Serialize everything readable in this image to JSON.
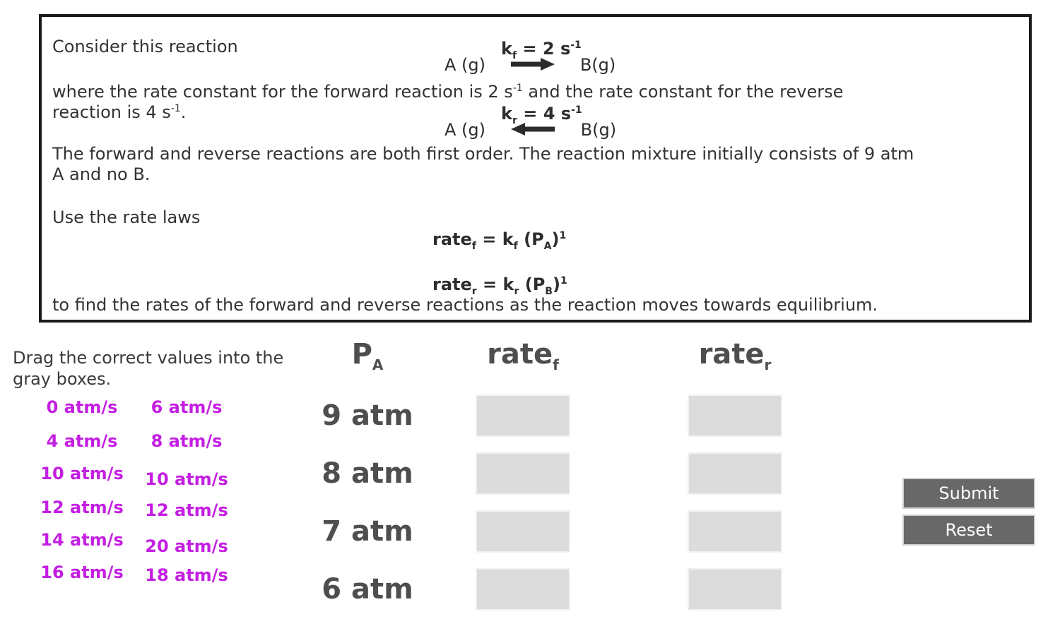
{
  "problem": {
    "intro": "Consider this reaction",
    "where": {
      "l1a": "where the rate constant for the forward reaction is 2 s",
      "l1sup": "-1",
      "l1b": " and the rate constant for the reverse",
      "l2a": "reaction is 4 s",
      "l2sup": "-1",
      "l2b": "."
    },
    "order": {
      "l1": "The forward and reverse reactions are both first order. The reaction mixture initially consists of 9 atm",
      "l2": "A and no B."
    },
    "use_rate_laws": "Use the rate laws",
    "closing": "to find the rates of the forward and reverse reactions as the reaction moves towards equilibrium."
  },
  "equations": {
    "forward": {
      "k": "k",
      "ksub": "f",
      "val": " = 2 s",
      "sup": "-1",
      "a": "A (g)",
      "b": "B(g)"
    },
    "reverse": {
      "k": "k",
      "ksub": "r",
      "val": " = 4 s",
      "sup": "-1",
      "a": "A (g)",
      "b": "B(g)"
    },
    "rate_forward": {
      "rate": "rate",
      "ratesub": "f",
      "eq": " = k",
      "ksub": "f",
      "p": " (P",
      "psub": "A",
      "close": ")",
      "sup": "1"
    },
    "rate_reverse": {
      "rate": "rate",
      "ratesub": "r",
      "eq": " = k",
      "ksub": "r",
      "p": " (P",
      "psub": "B",
      "close": ")",
      "sup": "1"
    }
  },
  "drag_panel": {
    "instruction": "Drag the correct values into the gray boxes.",
    "left_values": [
      "0 atm/s",
      "4 atm/s",
      "10 atm/s",
      "12 atm/s",
      "14 atm/s",
      "16 atm/s"
    ],
    "right_values": [
      "6 atm/s",
      "8 atm/s",
      "10 atm/s",
      "12 atm/s",
      "20 atm/s",
      "18 atm/s"
    ]
  },
  "table": {
    "headers": {
      "pa": {
        "text": "P",
        "sub": "A"
      },
      "ratef": {
        "text": "rate",
        "sub": "f"
      },
      "rater": {
        "text": "rate",
        "sub": "r"
      }
    },
    "row_labels": [
      "9 atm",
      "8 atm",
      "7 atm",
      "6 atm"
    ]
  },
  "actions": {
    "submit": "Submit",
    "reset": "Reset"
  },
  "colors": {
    "value_magenta": "#c41ee2",
    "drop_box_gray": "#dcdcdc",
    "button_gray": "#686868",
    "text_dark": "#333333",
    "label_gray": "#4e4e4e",
    "box_border_black": "#1b1b1b"
  }
}
